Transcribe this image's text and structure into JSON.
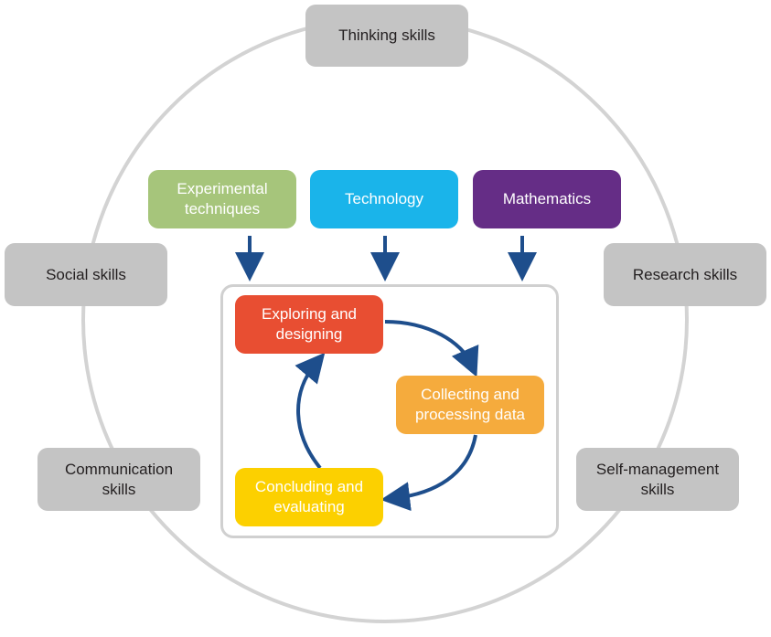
{
  "colors": {
    "ring": "#d3d3d3",
    "grey_box": "#c4c4c4",
    "arrow": "#1e4e8c",
    "experimental": "#a6c57b",
    "technology": "#1ab4ea",
    "mathematics": "#652d86",
    "exploring": "#e84e32",
    "collecting": "#f5ab3d",
    "concluding": "#fcd000"
  },
  "skills": {
    "thinking": "Thinking skills",
    "social": "Social skills",
    "research": "Research skills",
    "communication": "Communication\nskills",
    "self_management": "Self-management\nskills"
  },
  "tools": {
    "experimental": "Experimental\ntechniques",
    "technology": "Technology",
    "mathematics": "Mathematics"
  },
  "cycle": {
    "exploring": "Exploring and\ndesigning",
    "collecting": "Collecting and\nprocessing data",
    "concluding": "Concluding and\nevaluating"
  }
}
